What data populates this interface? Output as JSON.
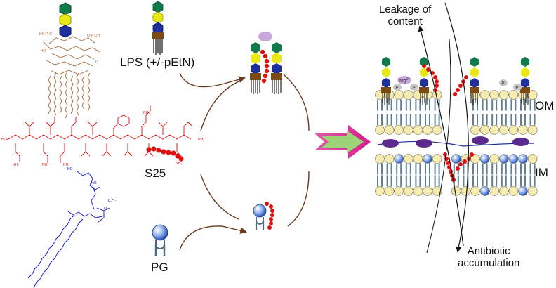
{
  "labels": {
    "lps": "LPS (+/-pEtN)",
    "s25": "S25",
    "pg": "PG",
    "leakage": "Leakage of\ncontent",
    "antibiotic": "Antibiotic\naccumulation",
    "om": "OM",
    "im": "IM",
    "mg": "Mg",
    "mg_sup": "2+",
    "phosphate": "P"
  },
  "colors": {
    "glycan_green": "#117a4a",
    "glycan_yellow": "#e8e816",
    "glycan_blue": "#1f2f9c",
    "lipid_brown": "#7b4a12",
    "peptide_red": "#e01010",
    "pg_blue": "#1010cc",
    "lipid_head": "#f6ebb0",
    "lipid_tail": "#5f7f96",
    "protein_purple": "#5b2a8c",
    "arrow_brown": "#6a3a1e",
    "mg_violet": "#c9a8dc"
  }
}
